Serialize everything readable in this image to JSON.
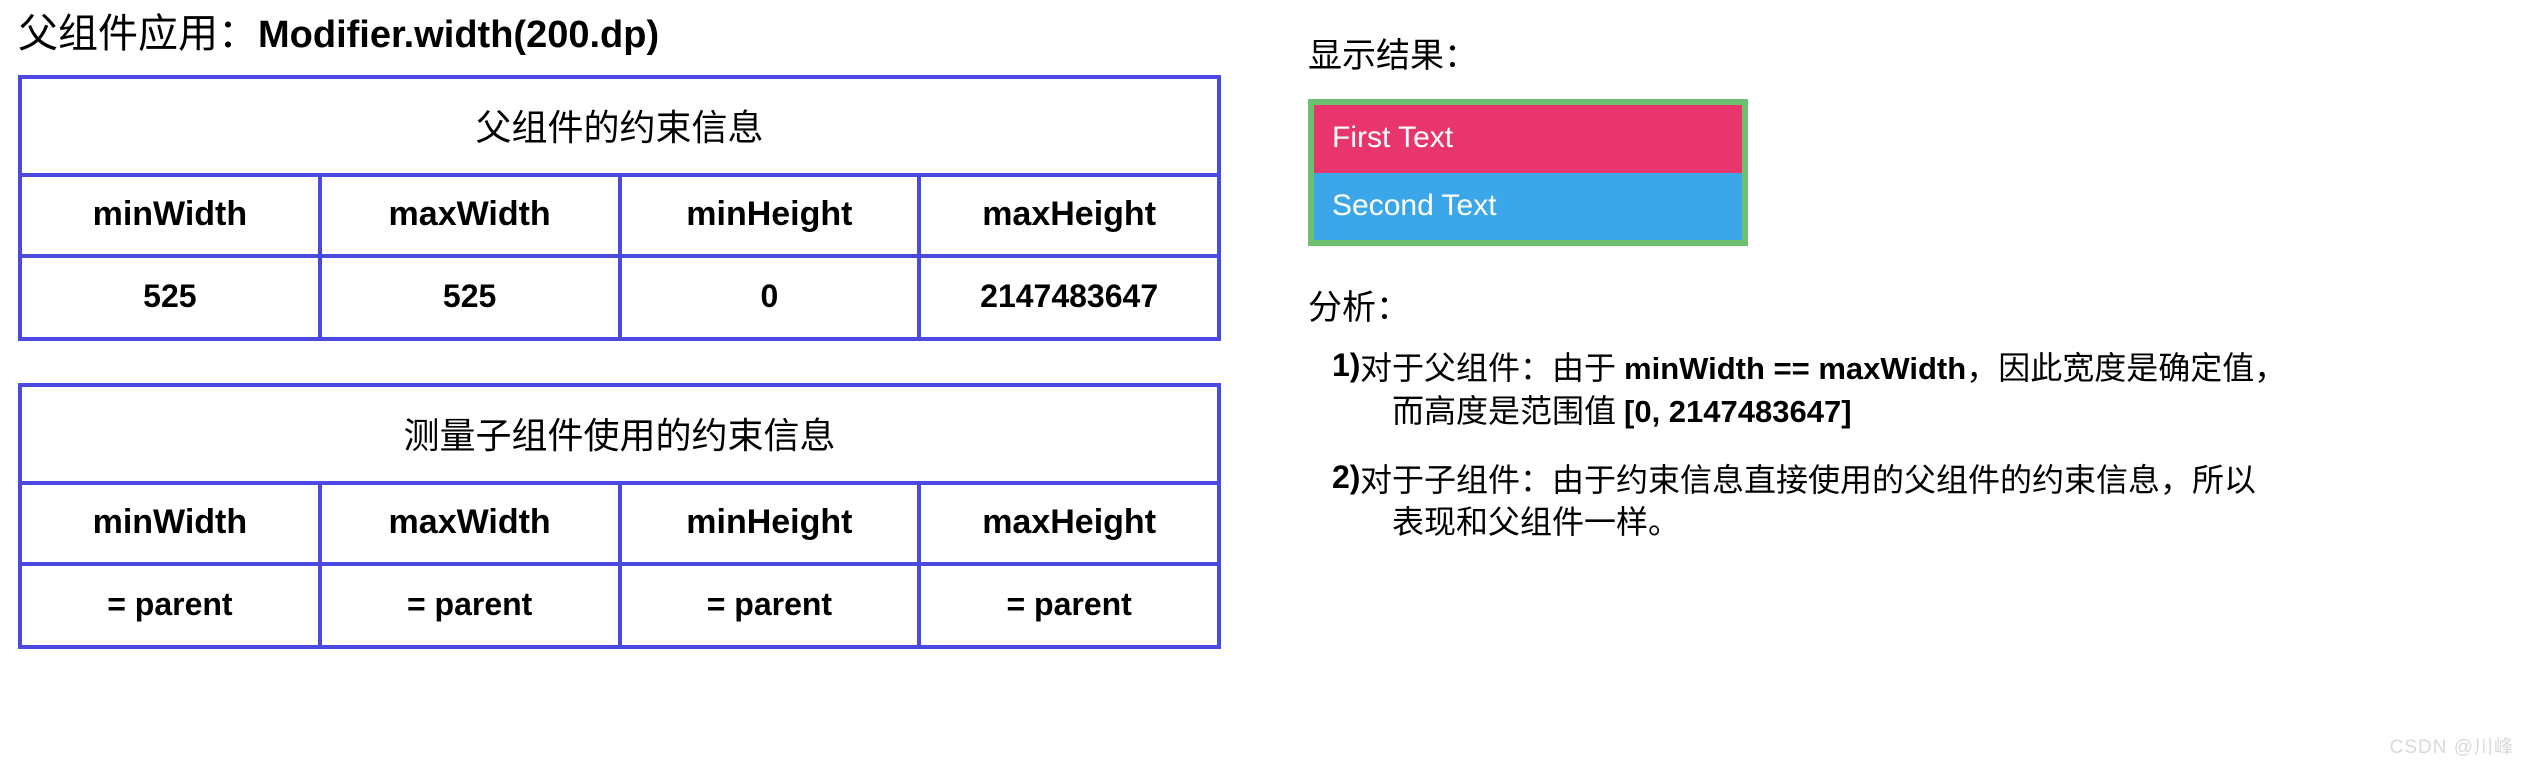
{
  "left": {
    "headline_prefix": "父组件应用：",
    "headline_code": "Modifier.width(200.dp)",
    "tables": [
      {
        "title": "父组件的约束信息",
        "headers": [
          "minWidth",
          "maxWidth",
          "minHeight",
          "maxHeight"
        ],
        "values": [
          "525",
          "525",
          "0",
          "2147483647"
        ]
      },
      {
        "title": "测量子组件使用的约束信息",
        "headers": [
          "minWidth",
          "maxWidth",
          "minHeight",
          "maxHeight"
        ],
        "values": [
          "= parent",
          "= parent",
          "= parent",
          "= parent"
        ]
      }
    ]
  },
  "right": {
    "result_label": "显示结果：",
    "preview": {
      "first_text": "First Text",
      "second_text": "Second Text",
      "first_color": "#e8356d",
      "second_color": "#3ba7e8",
      "frame_color": "#6cc070"
    },
    "analysis_label": "分析：",
    "analysis": [
      {
        "marker": "1)",
        "line1_a": "对于父组件：由于 ",
        "line1_b": "minWidth == maxWidth",
        "line1_c": "，因此宽度是确定值，",
        "line2_a": "而高度是范围值 ",
        "line2_b": "[0, 2147483647]",
        "line2_c": ""
      },
      {
        "marker": "2)",
        "line1_a": "对于子组件：由于约束信息直接使用的父组件的约束信息，所以",
        "line1_b": "",
        "line1_c": "",
        "line2_a": "表现和父组件一样。",
        "line2_b": "",
        "line2_c": ""
      }
    ]
  },
  "watermark": "CSDN @川峰",
  "theme": {
    "table_border": "#4a4ae0",
    "background": "#ffffff",
    "text": "#000000"
  }
}
